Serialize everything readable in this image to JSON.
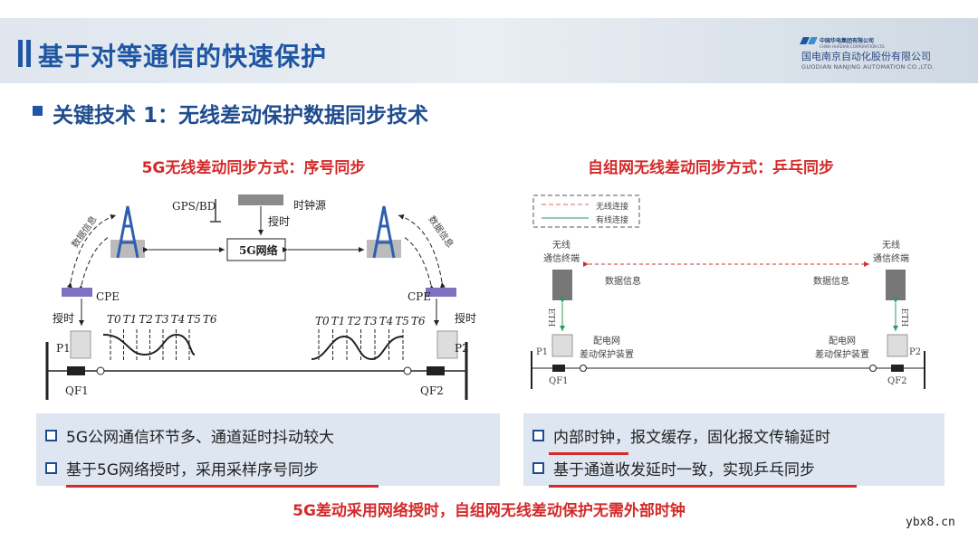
{
  "header": {
    "title": "基于对等通信的快速保护",
    "logo_group": "中国华电集团有限公司",
    "logo_group_en": "CHINA HUADIAN CORPORATION LTD.",
    "logo_company": "国电南京自动化股份有限公司",
    "logo_company_en": "GUODIAN NANJING AUTOMATION CO.,LTD."
  },
  "subtitle": "关键技术 1：无线差动保护数据同步技术",
  "left": {
    "heading": "5G无线差动同步方式：序号同步",
    "gps": "GPS/BD",
    "clock": "时钟源",
    "timing": "授时",
    "network": "5G网络",
    "data_info": "数据信息",
    "cpe": "CPE",
    "p1": "P1",
    "p2": "P2",
    "qf1": "QF1",
    "qf2": "QF2",
    "ticks": [
      "T0",
      "T1",
      "T2",
      "T3",
      "T4",
      "T5",
      "T6"
    ],
    "bullets": [
      "5G公网通信环节多、通道延时抖动较大",
      "基于5G网络授时，采用采样序号同步"
    ]
  },
  "right": {
    "heading": "自组网无线差动同步方式：乒乓同步",
    "legend_wireless": "无线连接",
    "legend_wired": "有线连接",
    "terminal_1": "无线",
    "terminal_2": "通信终端",
    "data_info": "数据信息",
    "eth": "ETH",
    "device_1": "配电网",
    "device_2": "差动保护装置",
    "p1": "P1",
    "p2": "P2",
    "qf1": "QF1",
    "qf2": "QF2",
    "bullets": [
      "内部时钟，报文缓存，固化报文传输延时",
      "基于通道收发延时一致，实现乒乓同步"
    ]
  },
  "conclusion": "5G差动采用网络授时，自组网无线差动保护无需外部时钟",
  "watermark": "ybx8.cn",
  "colors": {
    "accent": "#1f56a3",
    "red": "#d42a2a",
    "box": "#dde6f1"
  }
}
